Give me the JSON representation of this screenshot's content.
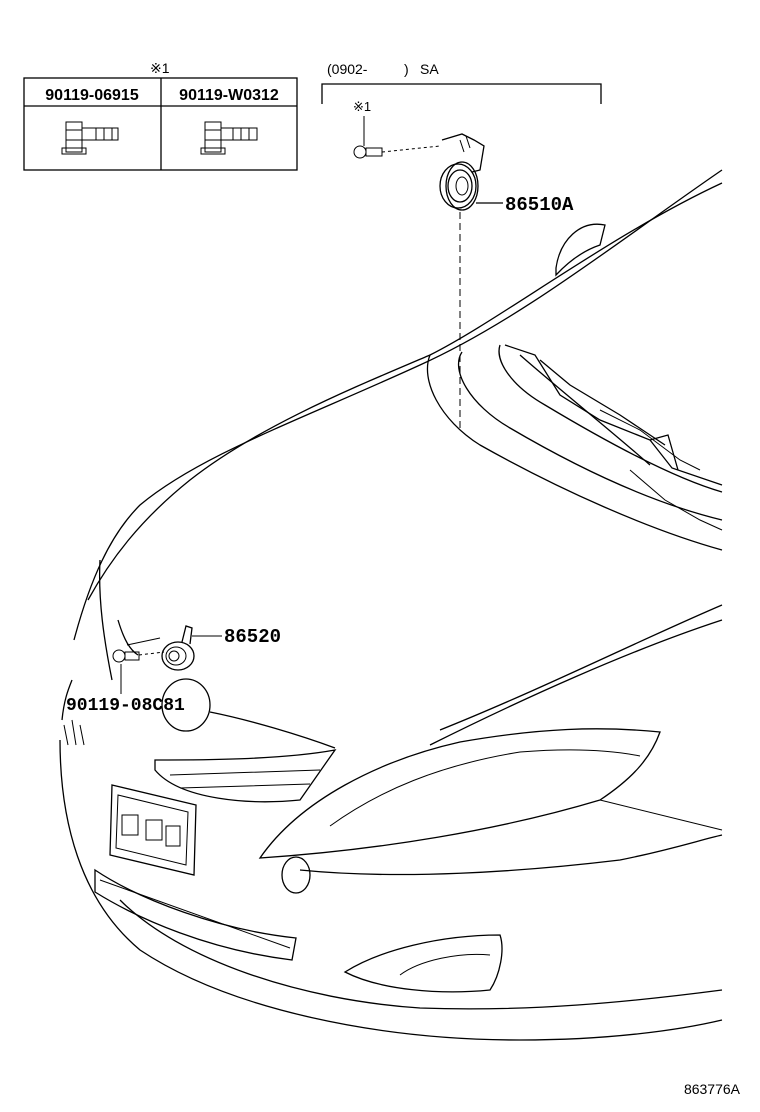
{
  "fastener_table": {
    "note_mark": "※1",
    "columns": [
      "90119-06915",
      "90119-W0312"
    ]
  },
  "variant_bracket": {
    "label_date": "(0902-",
    "label_close": ")",
    "label_grade": "SA"
  },
  "callouts": {
    "horn_high_note_mark": "※1",
    "horn_high": "86510A",
    "horn_low": "86520",
    "bolt": "90119-08C81"
  },
  "illustration_code": "863776A",
  "colors": {
    "line": "#000000",
    "background": "#ffffff"
  }
}
